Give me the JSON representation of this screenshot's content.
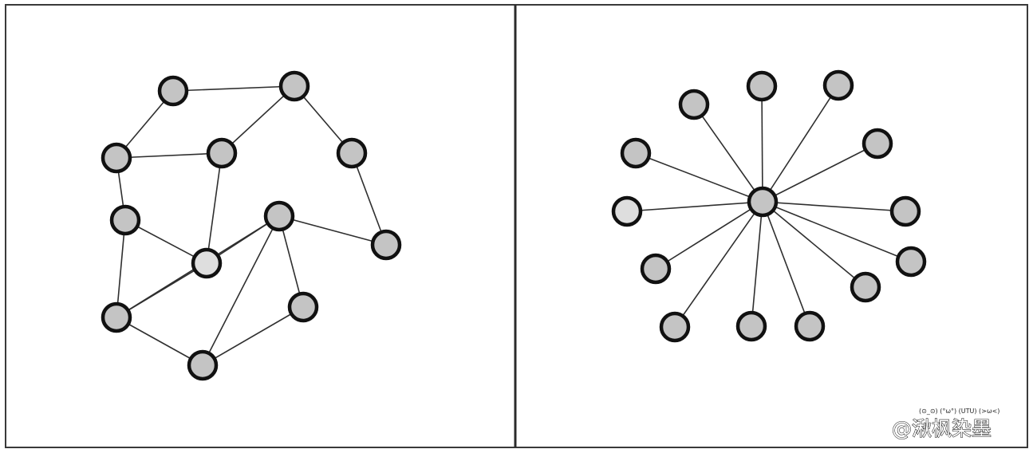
{
  "panels": [
    {
      "id": "left",
      "label": "",
      "node_fill": "#c4c4c4",
      "highlight_fill": "#dedede",
      "nodes": [
        "a",
        "b",
        "c",
        "d",
        "e",
        "f",
        "g",
        "h",
        "i",
        "j",
        "k",
        "l",
        "m"
      ],
      "highlight_nodes": [
        "h"
      ],
      "edges": [
        [
          "a",
          "b"
        ],
        [
          "a",
          "c"
        ],
        [
          "c",
          "d"
        ],
        [
          "b",
          "d"
        ],
        [
          "b",
          "e"
        ],
        [
          "e",
          "g"
        ],
        [
          "c",
          "f"
        ],
        [
          "f",
          "h"
        ],
        [
          "d",
          "h"
        ],
        [
          "h",
          "i"
        ],
        [
          "f",
          "j"
        ],
        [
          "j",
          "h"
        ],
        [
          "i",
          "g"
        ],
        [
          "i",
          "k"
        ],
        [
          "i",
          "l"
        ],
        [
          "i",
          "m"
        ],
        [
          "k",
          "m"
        ],
        [
          "j",
          "m"
        ]
      ]
    },
    {
      "id": "right",
      "label": "",
      "node_fill": "#c4c4c4",
      "highlight_fill": "#dedede",
      "hub": "hub",
      "nodes": [
        "hub",
        "s1",
        "s2",
        "s3",
        "s4",
        "s5",
        "s6",
        "s7",
        "s8",
        "s9",
        "s10",
        "s11",
        "s12",
        "s13",
        "s14"
      ],
      "highlight_nodes": [
        "s6"
      ],
      "edges": [
        [
          "hub",
          "s1"
        ],
        [
          "hub",
          "s2"
        ],
        [
          "hub",
          "s3"
        ],
        [
          "hub",
          "s4"
        ],
        [
          "hub",
          "s5"
        ],
        [
          "hub",
          "s6"
        ],
        [
          "hub",
          "s7"
        ],
        [
          "hub",
          "s8"
        ],
        [
          "hub",
          "s9"
        ],
        [
          "hub",
          "s10"
        ],
        [
          "hub",
          "s11"
        ],
        [
          "hub",
          "s12"
        ],
        [
          "hub",
          "s13"
        ],
        [
          "hub",
          "s14"
        ]
      ]
    }
  ],
  "colors": {
    "border": "#3a3a3a",
    "divider": "#2b2b2b",
    "edge": "#2f2f2f",
    "node_stroke": "#111111"
  },
  "watermark": {
    "faces": "(⊙_⊙)  (°ω°)  (UTU)  (>ω<)",
    "text": "@湫枫染墨"
  }
}
